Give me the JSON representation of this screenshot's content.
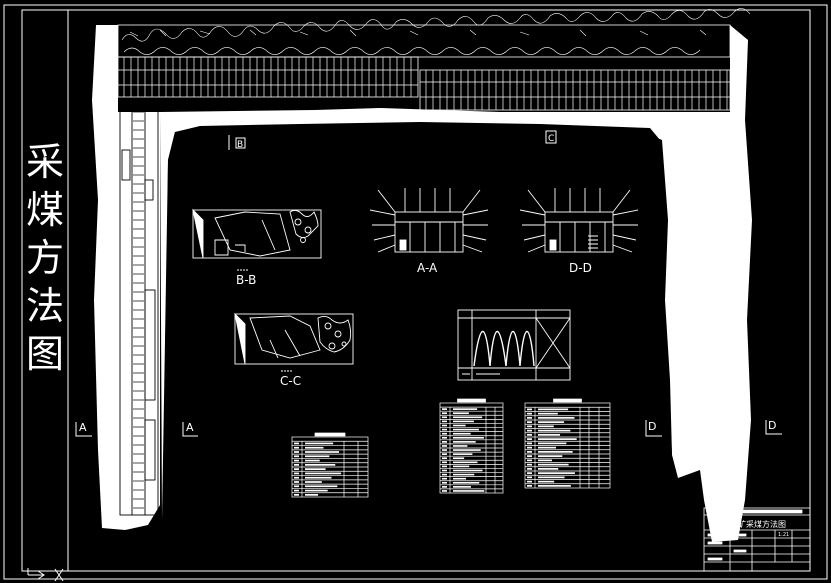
{
  "drawing": {
    "vertical_title_chars": [
      "采",
      "煤",
      "方",
      "法",
      "图"
    ],
    "title_block_name": "采煤矿采煤方法图",
    "section_labels": {
      "bb": "B-B",
      "cc": "C-C",
      "aa": "A-A",
      "dd": "D-D"
    },
    "cut_markers": {
      "a_left": "A",
      "a_right": "A",
      "b_top": "B",
      "c_top": "C",
      "d_left": "D",
      "d_right": "D"
    },
    "title_block_scale": "1:21"
  },
  "colors": {
    "background": "#000000",
    "lines": "#ffffff"
  },
  "icons": {
    "ucs": "ucs-axis-icon"
  }
}
